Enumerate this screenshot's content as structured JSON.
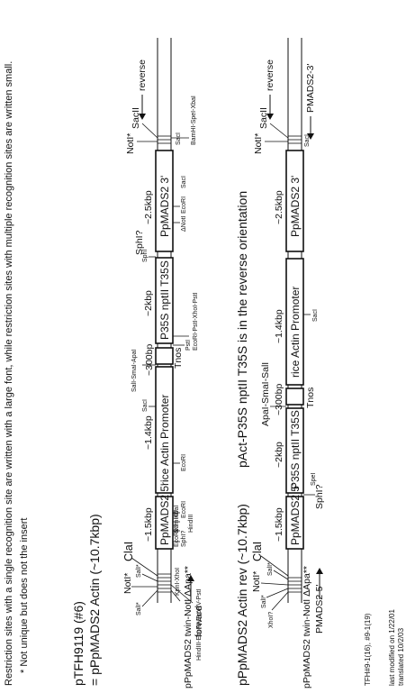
{
  "header": {
    "note_line1": "Restriction sites with a single recognition site are written with a large font, while restriction sites with multiple recognition sites are written small.",
    "note_line2": "* Not unique but does not the insert"
  },
  "map1": {
    "title_line1": "pTFH9119 (#6)",
    "title_line2": "= pPpMADS2 Actin  (~10.7kbp)",
    "primer_left": "pPpMADS2 twin-NotI ΔApa**",
    "primer_left_dir": "forward",
    "primer_right_dir": "reverse",
    "segments": {
      "madsf_size": "~1.5kbp",
      "madsf": "PpMADS2 5'",
      "actin_size": "~1.4kbp",
      "actin": "rice Actin Promoter",
      "tnos_size": "~300bp",
      "tnos": "Tnos",
      "p35_size": "~2kbp",
      "p35": "P35S nptII T35S",
      "madsr_size": "~2.5kbp",
      "madsr": "PpMADS2 3'"
    },
    "sites": {
      "sall_star": "SalI*",
      "sall_star2": "SalI*",
      "notl_star": "NotI*",
      "clal": "ClaI",
      "kpnl_xhol": "KpnI-XhoI",
      "hind_ecor_psti": "HindIII-EcoRI-EcoRV-PstI",
      "ecorv": "EcoRV?",
      "sphl_q": "SphI?",
      "bamhi": "BamHI?",
      "xbal": "XbaI",
      "ecori": "EcoRI",
      "hindiii": "HindIII",
      "ecori2": "EcoRI",
      "sacl": "SacI",
      "sall_smal_apal": "SalI-SmaI-ApaI",
      "pstl": "PstI",
      "ecori_psti_xhoi": "EcoRI-PstI-XhoI-PstI",
      "sphl": "SphI",
      "sphl_q2": "SphI?",
      "dnotl": "ΔNotI",
      "ecori3": "EcoRI",
      "sacl2": "SacI",
      "notl_star2": "NotI*",
      "sacll": "SacII",
      "sacl3": "SacI",
      "bam_spe_xba": "BamHI-SpeI-XbaI"
    }
  },
  "map2": {
    "title_line1": "pPpMADS2 Actin rev (~10.7kbp)",
    "subtitle": "pAct-P35S nptII T35S is in the reverse orientation",
    "primer_left": "pPpMADS2 twin-NotI ΔApa**",
    "primer_left_dir": "PMADS2-5'",
    "primer_right_dir": "reverse",
    "primer_right": "PMADS2-3'",
    "segments": {
      "madsf_size": "~1.5kbp",
      "madsf": "PpMADS2 5'",
      "p35_size": "~2kbp",
      "p35": "P35S nptII T35S",
      "tnos_size": "~300bp",
      "tnos": "Tnos",
      "actin_size": "~1.4kbp",
      "actin": "rice Actin Promoter",
      "madsr_size": "~2.5kbp",
      "madsr": "PpMADS2 3'"
    },
    "sites": {
      "xhol_q": "XhoI?",
      "sall_star": "SalI*",
      "sall_star2": "SalI*",
      "notl_star": "NotI*",
      "clal": "ClaI",
      "sphl_q": "SphI?",
      "spel": "SpeI",
      "apal_smal_sall": "ApaI-SmaI-SalI",
      "sacl": "SacI",
      "notl_star2": "NotI*",
      "sacll": "SacII",
      "sacl2": "SacI"
    }
  },
  "footer": {
    "ref": "TFH#9-1(16), #9-1(19)",
    "modified": "last modified on 1/22/01",
    "translated": "translated 10/2/03"
  }
}
